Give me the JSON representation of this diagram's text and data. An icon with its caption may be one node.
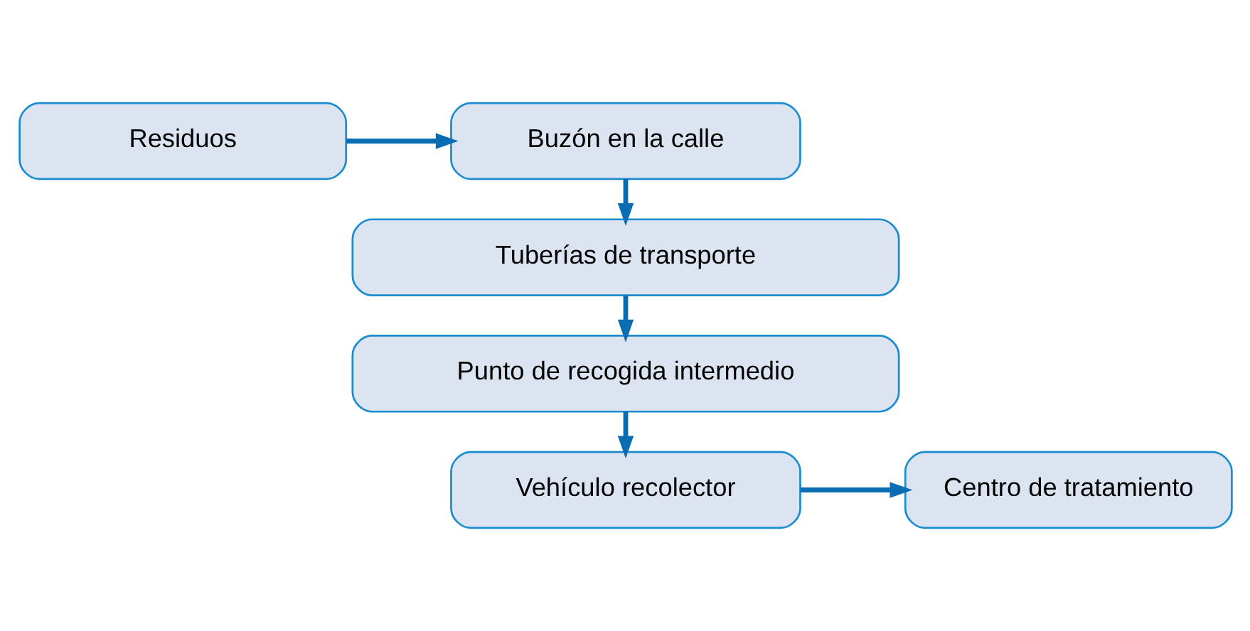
{
  "diagram": {
    "nodes": [
      {
        "text": [
          "Residuos"
        ]
      },
      {
        "text": [
          "Buzón en la calle"
        ]
      },
      {
        "text": [
          "Tuberías de transporte"
        ]
      },
      {
        "text": [
          "Punto de recogida intermedio"
        ]
      },
      {
        "text": [
          "Vehículo recolector"
        ]
      },
      {
        "text": [
          "Centro de tratamiento"
        ]
      }
    ],
    "edges": [
      {
        "from": 0,
        "to": 1,
        "arrow": "to"
      },
      {
        "from": 1,
        "to": 2,
        "arrow": "to"
      },
      {
        "from": 2,
        "to": 3,
        "arrow": "to"
      },
      {
        "from": 3,
        "to": 4,
        "arrow": "to"
      },
      {
        "from": 4,
        "to": 5,
        "arrow": "to"
      }
    ]
  }
}
